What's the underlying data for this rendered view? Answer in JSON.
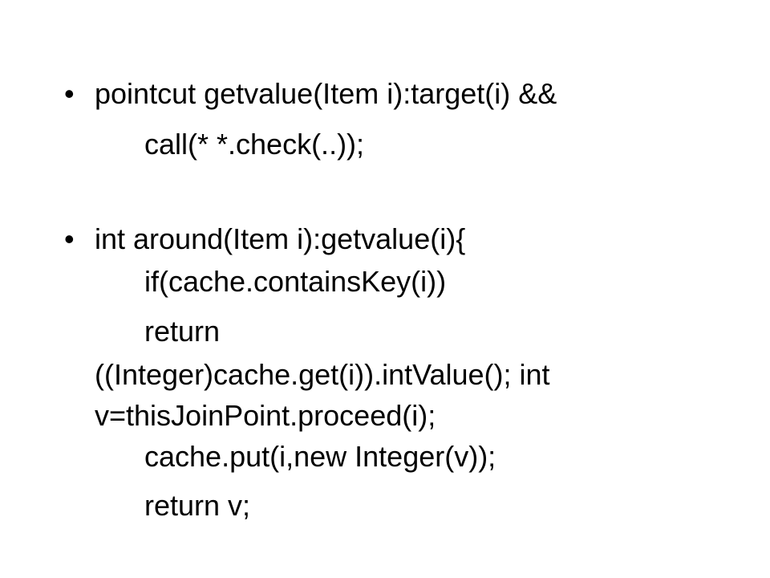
{
  "slide": {
    "bullet_glyph": "•",
    "items": [
      {
        "lines": [
          "pointcut getvalue(Item i):target(i) &&",
          "call(* *.check(..));"
        ]
      },
      {
        "lines": [
          "int around(Item i):getvalue(i){",
          "if(cache.containsKey(i))",
          "return",
          "((Integer)cache.get(i)).intValue(); int",
          "v=thisJoinPoint.proceed(i);",
          "cache.put(i,new Integer(v));",
          "return v;"
        ]
      }
    ]
  }
}
